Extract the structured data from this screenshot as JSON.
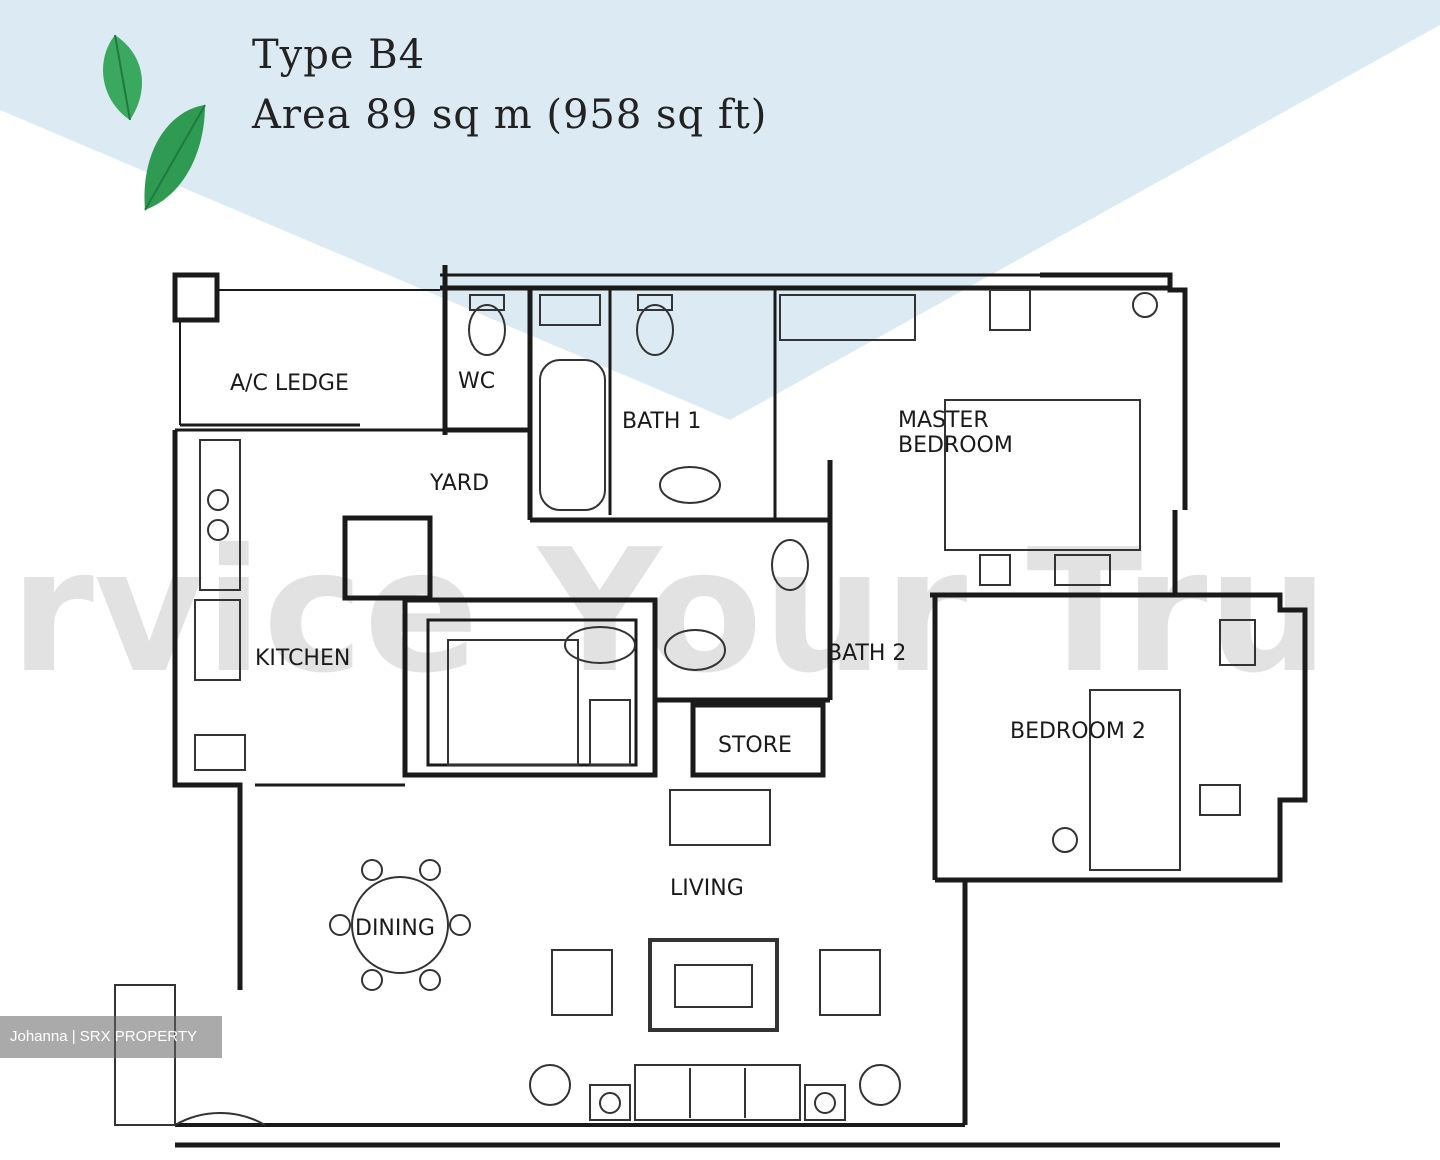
{
  "header": {
    "title": "Type B4",
    "area": "Area 89 sq m (958 sq ft)"
  },
  "rooms": {
    "ac_ledge": "A/C LEDGE",
    "wc": "WC",
    "bath_1": "BATH 1",
    "master_bedroom_line1": "MASTER",
    "master_bedroom_line2": "BEDROOM",
    "yard": "YARD",
    "kitchen": "KITCHEN",
    "bath_2": "BATH 2",
    "store": "STORE",
    "bedroom_2": "BEDROOM 2",
    "living": "LIVING",
    "dining": "DINING"
  },
  "credit": "Johanna | SRX PROPERTY",
  "colors": {
    "background_tint": "#dcebf3",
    "leaf": "#3aa85f",
    "wall": "#1a1a1a"
  }
}
